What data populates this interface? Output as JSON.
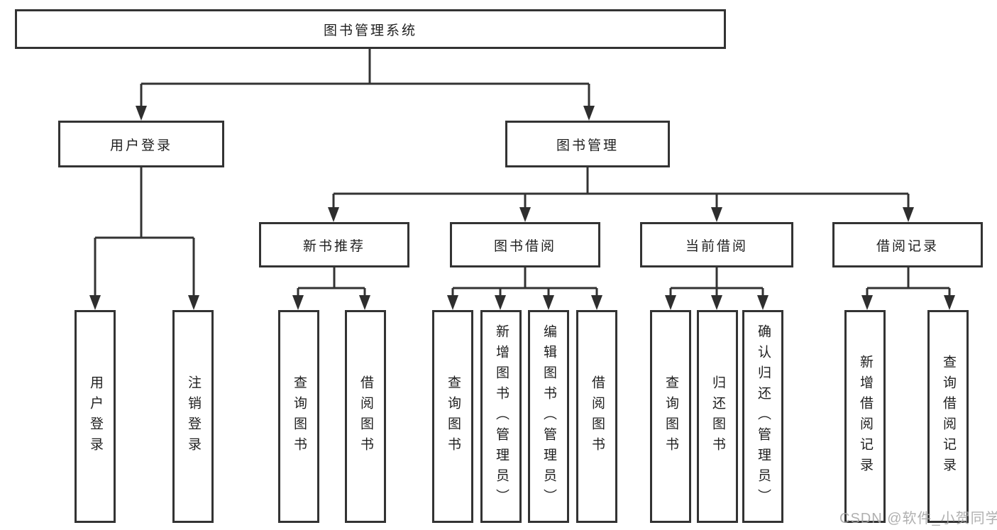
{
  "tree": {
    "label": "图书管理系统",
    "children": [
      {
        "label": "用户登录",
        "children": [
          {
            "label": "用户登录"
          },
          {
            "label": "注销登录"
          }
        ]
      },
      {
        "label": "图书管理",
        "children": [
          {
            "label": "新书推荐",
            "children": [
              {
                "label": "查询图书"
              },
              {
                "label": "借阅图书"
              }
            ]
          },
          {
            "label": "图书借阅",
            "children": [
              {
                "label": "查询图书"
              },
              {
                "label": "新增图书（管理员）"
              },
              {
                "label": "编辑图书（管理员）"
              },
              {
                "label": "借阅图书"
              }
            ]
          },
          {
            "label": "当前借阅",
            "children": [
              {
                "label": "查询图书"
              },
              {
                "label": "归还图书"
              },
              {
                "label": "确认归还（管理员）"
              }
            ]
          },
          {
            "label": "借阅记录",
            "children": [
              {
                "label": "新增借阅记录"
              },
              {
                "label": "查询借阅记录"
              }
            ]
          }
        ]
      }
    ]
  },
  "watermark": {
    "text": "CSDN @软件_小贺同学"
  },
  "colors": {
    "line": "#333333",
    "text": "#1f1f1f",
    "watermark": "#a5a5a5",
    "background": "#ffffff"
  }
}
